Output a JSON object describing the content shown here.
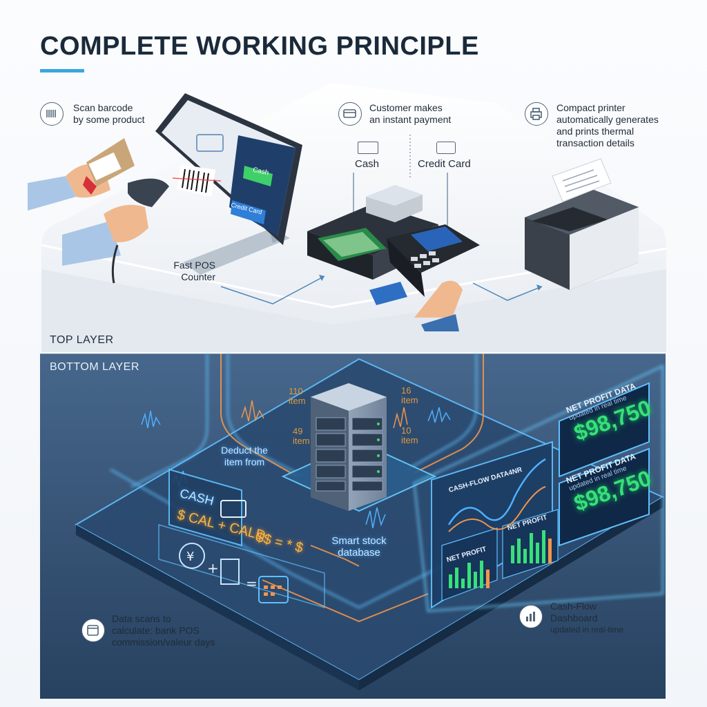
{
  "title": "COMPLETE WORKING PRINCIPLE",
  "colors": {
    "accent": "#3aa7df",
    "title": "#1a2a3a",
    "panel_dark": "#1b3a5c",
    "neon_blue": "#46b5ff",
    "neon_green": "#38e07a",
    "flow_orange": "#f0964a"
  },
  "top_layer": {
    "label": "TOP LAYER",
    "step1": {
      "line1": "Scan barcode",
      "line2": "by some product",
      "icon": "barcode-icon"
    },
    "step2": {
      "line1": "Customer makes",
      "line2": "an instant payment",
      "icon": "card-icon"
    },
    "step3": {
      "line1": "Compact printer",
      "line2": "automatically generates",
      "line3": "and prints thermal",
      "line4": "transaction details",
      "icon": "printer-icon"
    },
    "payment_options": {
      "cash": "Cash",
      "credit_card": "Credit Card"
    },
    "pos_counter": {
      "line1": "Fast POS",
      "line2": "Counter"
    },
    "screen_buttons": {
      "cash": "Cash",
      "credit_card": "Credit Card"
    }
  },
  "bottom_layer": {
    "label": "BOTTOM LAYER",
    "stock_counts": [
      {
        "value": "110",
        "unit": "item"
      },
      {
        "value": "49",
        "unit": "item"
      },
      {
        "value": "16",
        "unit": "item"
      },
      {
        "value": "10",
        "unit": "item"
      }
    ],
    "deduct": {
      "line1": "Deduct the",
      "line2": "item from"
    },
    "database": {
      "line1": "Smart stock",
      "line2": "database"
    },
    "calc_panel": {
      "cash": "CASH",
      "formula": "$ CAL + CALD",
      "formula2": "$$ = * $"
    },
    "data_scan": {
      "line1": "Data scans to",
      "line2": "calculate: bank POS",
      "line3": "commission/valeur days",
      "icon": "calendar-icon"
    },
    "dashboard": {
      "cashflow_title": "CASH-FLOW DATA4NR",
      "net_profit_small_1": "NET PROFIT",
      "net_profit_small_2": "NET PROFIT",
      "card1": {
        "title": "NET PROFIT DATA",
        "subtitle": "updated in real time",
        "value": "$98,750"
      },
      "card2": {
        "title": "NET PROFIT DATA",
        "subtitle": "updated in real time",
        "value": "$98,750"
      }
    },
    "cashflow_caption": {
      "line1": "Cash-Flow",
      "line2": "Dashboard",
      "line3": "updated in real-time",
      "icon": "chart-icon"
    }
  }
}
